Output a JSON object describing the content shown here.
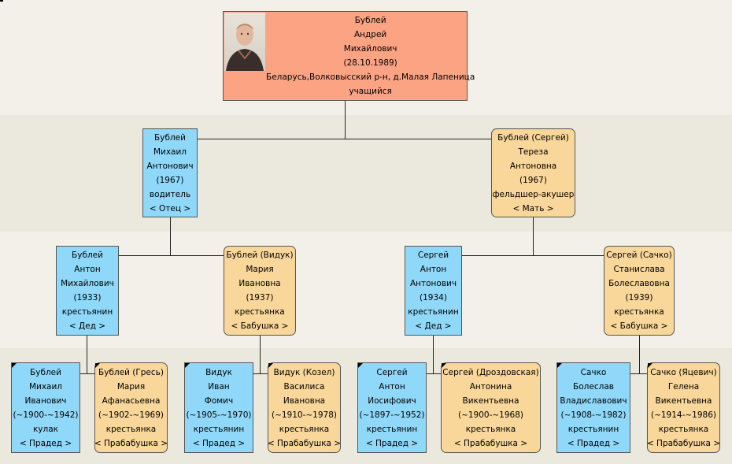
{
  "root": {
    "lines": [
      "Бублей",
      "Андрей",
      "Михайлович",
      "(28.10.1989)",
      "Беларусь,Волковысский р-н, д.Малая Лапеница",
      "учащийся"
    ],
    "photo": "portrait-photo"
  },
  "parents": [
    {
      "lines": [
        "Бублей",
        "Михаил",
        "Антонович",
        "(1967)",
        "водитель"
      ],
      "relation": "< Отец >",
      "gender": "male"
    },
    {
      "lines": [
        "Бублей (Сергей)",
        "Тереза",
        "Антоновна",
        "(1967)",
        "фельдшер-акушер"
      ],
      "relation": "< Мать >",
      "gender": "female"
    }
  ],
  "grandparents": [
    {
      "lines": [
        "Бублей",
        "Антон",
        "Михайлович",
        "(1933)",
        "крестьянин"
      ],
      "relation": "< Дед >",
      "gender": "male"
    },
    {
      "lines": [
        "Бублей (Видук)",
        "Мария",
        "Ивановна",
        "(1937)",
        "крестьянка"
      ],
      "relation": "< Бабушка >",
      "gender": "female"
    },
    {
      "lines": [
        "Сергей",
        "Антон",
        "Антонович",
        "(1934)",
        "крестьянин"
      ],
      "relation": "< Дед >",
      "gender": "male"
    },
    {
      "lines": [
        "Сергей (Сачко)",
        "Станислава",
        "Болеславовна",
        "(1939)",
        "крестьянка"
      ],
      "relation": "< Бабушка >",
      "gender": "female"
    }
  ],
  "great_grandparents": [
    {
      "lines": [
        "Бублей",
        "Михаил",
        "Иванович",
        "(~1900-~1942)",
        "кулак"
      ],
      "relation": "< Прадед >",
      "gender": "male"
    },
    {
      "lines": [
        "Бублей (Гресь)",
        "Мария",
        "Афанасьевна",
        "(~1902-~1969)",
        "крестьянка"
      ],
      "relation": "< Прабабушка >",
      "gender": "female"
    },
    {
      "lines": [
        "Видук",
        "Иван",
        "Фомич",
        "(~1905-~1970)",
        "крестьянин"
      ],
      "relation": "< Прадед >",
      "gender": "male"
    },
    {
      "lines": [
        "Видук (Козел)",
        "Василиса",
        "Ивановна",
        "(~1910-~1978)",
        "крестьянка"
      ],
      "relation": "< Прабабушка >",
      "gender": "female"
    },
    {
      "lines": [
        "Сергей",
        "Антон",
        "Иосифович",
        "(~1897-~1952)",
        "крестьянин"
      ],
      "relation": "< Прадед >",
      "gender": "male"
    },
    {
      "lines": [
        "Сергей (Дроздовская)",
        "Антонина",
        "Викентьевна",
        "(~1900-~1968)",
        "крестьянка"
      ],
      "relation": "< Прабабушка >",
      "gender": "female"
    },
    {
      "lines": [
        "Сачко",
        "Болеслав",
        "Владиславович",
        "(~1908-~1982)",
        "крестьянин"
      ],
      "relation": "< Прадед >",
      "gender": "male"
    },
    {
      "lines": [
        "Сачко (Яцевич)",
        "Гелена",
        "Викентьевна",
        "(~1914-~1986)",
        "крестьянка"
      ],
      "relation": "< Прабабушка >",
      "gender": "female"
    }
  ]
}
